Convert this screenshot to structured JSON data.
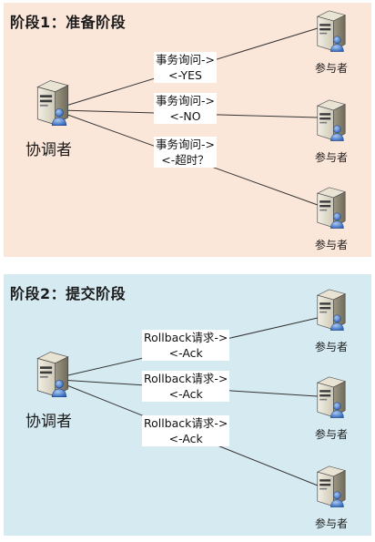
{
  "phase1": {
    "title": "阶段1：准备阶段",
    "coordinator": "协调者",
    "participants": [
      "参与者",
      "参与者",
      "参与者"
    ],
    "messages": [
      {
        "request": "事务询问->",
        "response": "<-YES"
      },
      {
        "request": "事务询问->",
        "response": "<-NO"
      },
      {
        "request": "事务询问->",
        "response": "<-超时？"
      }
    ]
  },
  "phase2": {
    "title": "阶段2：提交阶段",
    "coordinator": "协调者",
    "participants": [
      "参与者",
      "参与者",
      "参与者"
    ],
    "messages": [
      {
        "request": "Rollback请求->",
        "response": "<-Ack"
      },
      {
        "request": "Rollback请求->",
        "response": "<-Ack"
      },
      {
        "request": "Rollback请求->",
        "response": "<-Ack"
      }
    ]
  },
  "colors": {
    "phase1_bg": "#fbe6da",
    "phase2_bg": "#d6eaf1",
    "line": "#333333"
  },
  "icons": {
    "coordinator": "server-user-icon",
    "participant": "server-user-icon"
  }
}
